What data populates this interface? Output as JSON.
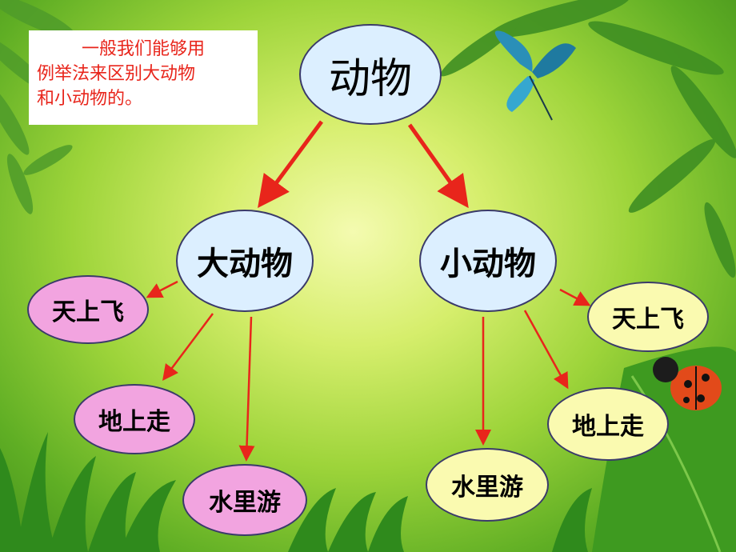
{
  "note": {
    "line1": "一般我们能够用",
    "line2": "例举法来区别大动物",
    "line3": "和小动物的。"
  },
  "root": "动物",
  "big": {
    "label": "大动物",
    "children": [
      "天上飞",
      "地上走",
      "水里游"
    ]
  },
  "small": {
    "label": "小动物",
    "children": [
      "天上飞",
      "地上走",
      "水里游"
    ]
  },
  "colors": {
    "arrow": "#e8251b",
    "note_text": "#e8251b",
    "node_blue": "#dcefff",
    "node_pink": "#f2a4e0",
    "node_yellow": "#fafab0",
    "background": "#9dd43a"
  }
}
